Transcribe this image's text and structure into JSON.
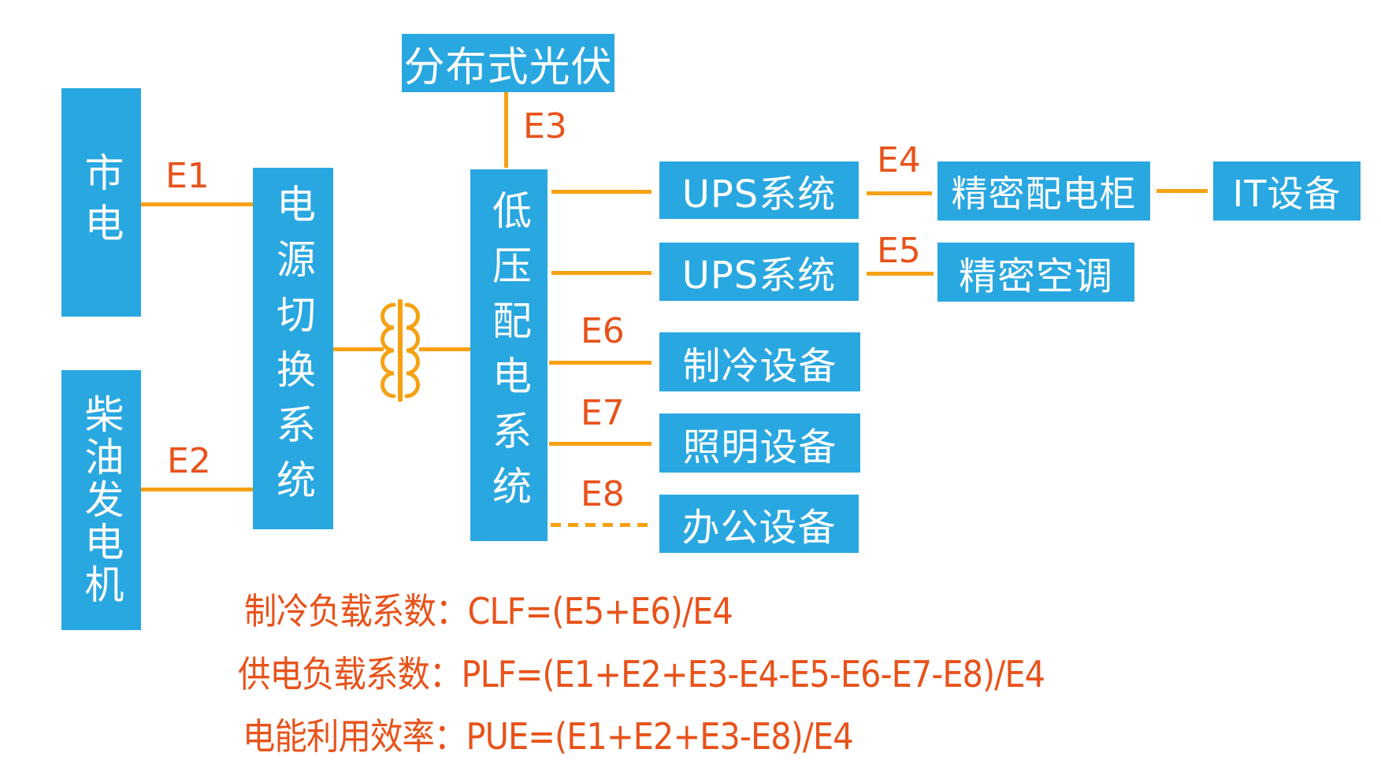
{
  "diagram_title": "",
  "colors": {
    "node_blue": "#29a7e0",
    "connector_orange": "#f6a113",
    "label_orange_red": "#e8521a",
    "node_text": "#ffffff",
    "background": "#ffffff"
  },
  "nodes": {
    "mains": "市电",
    "diesel": "柴油发电机",
    "switch": "电源切换系统",
    "pv": "分布式光伏",
    "lv": "低压配电系统",
    "ups1": "UPS系统",
    "ups2": "UPS系统",
    "pdu": "精密配电柜",
    "it": "IT设备",
    "crac": "精密空调",
    "cooling": "制冷设备",
    "lighting": "照明设备",
    "office": "办公设备"
  },
  "edges": {
    "e1": "E1",
    "e2": "E2",
    "e3": "E3",
    "e4": "E4",
    "e5": "E5",
    "e6": "E6",
    "e7": "E7",
    "e8": "E8"
  },
  "icons": {
    "transformer": "transformer-coil-icon"
  },
  "formulas": [
    "制冷负载系数：CLF=(E5+E6)/E4",
    "供电负载系数：PLF=(E1+E2+E3-E4-E5-E6-E7-E8)/E4",
    "电能利用效率：PUE=(E1+E2+E3-E8)/E4"
  ]
}
